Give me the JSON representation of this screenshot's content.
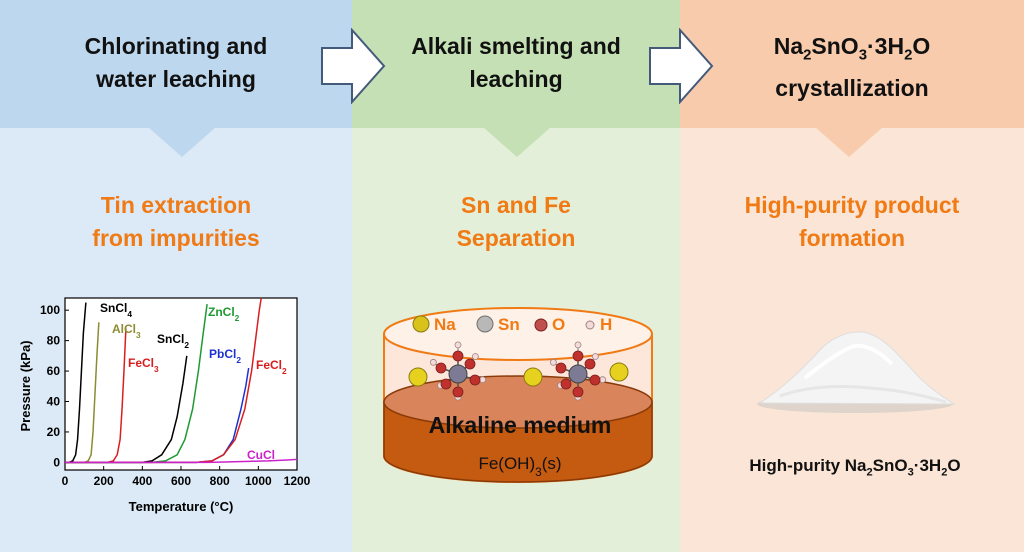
{
  "stages": [
    {
      "title": "Chlorinating and water leaching",
      "title_lines": [
        "Chlorinating and",
        "water leaching"
      ],
      "subtitle_lines": [
        "Tin extraction",
        "from impurities"
      ]
    },
    {
      "title_lines": [
        "Alkali smelting and",
        "leaching"
      ],
      "subtitle_lines": [
        "Sn and Fe",
        "Separation"
      ]
    },
    {
      "title_lines": [
        "Na2SnO3·3H2O",
        "crystallization"
      ],
      "subtitle_lines": [
        "High-purity product",
        "formation"
      ]
    }
  ],
  "colors": {
    "panel1_band": "#bdd7ee",
    "panel1_body": "#dce9f6",
    "panel2_band": "#c4e0b4",
    "panel2_body": "#e3efd9",
    "panel3_band": "#f8cbad",
    "panel3_body": "#fbe5d6",
    "accent_orange": "#f07a14"
  },
  "reactor": {
    "legend": [
      "Na",
      "Sn",
      "O",
      "H"
    ],
    "medium_label": "Alkaline medium",
    "precipitate_label": "Fe(OH)3(s)"
  },
  "product_caption": "High-purity Na2SnO3·3H2O",
  "chart_data": {
    "type": "line",
    "xlabel": "Temperature (°C)",
    "ylabel": "Pressure (kPa)",
    "xlim": [
      0,
      1200
    ],
    "ylim": [
      -5,
      108
    ],
    "xticks": [
      0,
      200,
      400,
      600,
      800,
      1000,
      1200
    ],
    "yticks": [
      0,
      20,
      40,
      60,
      80,
      100
    ],
    "series": [
      {
        "name": "SnCl4",
        "color": "#000000",
        "x": [
          0,
          20,
          40,
          55,
          65,
          75,
          85,
          95,
          108
        ],
        "y": [
          0,
          0,
          1,
          5,
          15,
          35,
          60,
          85,
          105
        ]
      },
      {
        "name": "AlCl3",
        "color": "#8c8c32",
        "x": [
          100,
          120,
          135,
          145,
          155,
          165,
          175
        ],
        "y": [
          0,
          1,
          5,
          20,
          45,
          70,
          92
        ]
      },
      {
        "name": "FeCl3",
        "color": "#d91e1e",
        "x": [
          220,
          250,
          270,
          285,
          295,
          305,
          315
        ],
        "y": [
          0,
          1,
          5,
          15,
          35,
          60,
          88
        ]
      },
      {
        "name": "SnCl2",
        "color": "#000000",
        "x": [
          400,
          450,
          500,
          550,
          580,
          610,
          630
        ],
        "y": [
          0,
          1,
          5,
          15,
          30,
          52,
          70
        ]
      },
      {
        "name": "ZnCl2",
        "color": "#1e9a32",
        "x": [
          450,
          520,
          580,
          620,
          660,
          690,
          715,
          735
        ],
        "y": [
          0,
          1,
          5,
          15,
          35,
          60,
          85,
          104
        ]
      },
      {
        "name": "PbCl2",
        "color": "#1e32d2",
        "x": [
          680,
          760,
          820,
          870,
          910,
          935,
          950
        ],
        "y": [
          0,
          1,
          5,
          15,
          35,
          50,
          62
        ]
      },
      {
        "name": "FeCl2",
        "color": "#d91e1e",
        "x": [
          680,
          760,
          820,
          880,
          930,
          965,
          990,
          1005,
          1015
        ],
        "y": [
          0,
          1,
          5,
          15,
          35,
          60,
          85,
          100,
          108
        ]
      },
      {
        "name": "CuCl",
        "color": "#cc22cc",
        "x": [
          740,
          850,
          950,
          1050,
          1150,
          1200
        ],
        "y": [
          0,
          0.3,
          0.7,
          1,
          1.6,
          2
        ]
      }
    ]
  }
}
